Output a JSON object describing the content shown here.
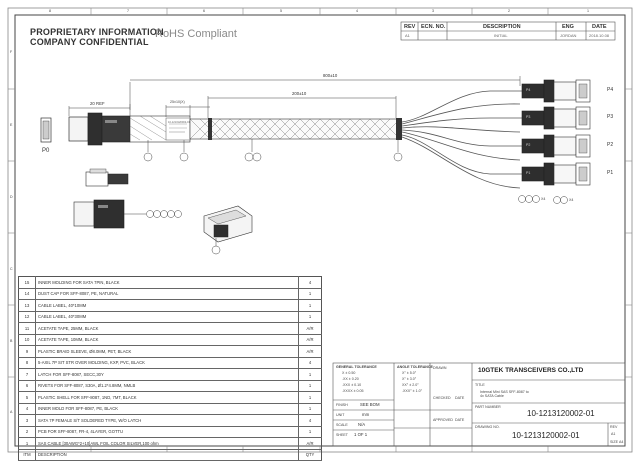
{
  "header": {
    "proprietary_line1": "PROPRIETARY INFORMATION",
    "proprietary_line2": "COMPANY CONFIDENTIAL",
    "rohs": "RoHS Compliant"
  },
  "revision_block": {
    "col_rev": "REV",
    "col_ecn": "ECN. NO.",
    "col_desc": "DESCRIPTION",
    "col_eng": "ENG",
    "col_date": "DATE",
    "row_rev": "A1",
    "row_desc": "INITIAL",
    "row_eng": "JORDAN",
    "row_date": "2018.10.08"
  },
  "border": {
    "cols": [
      "8",
      "7",
      "6",
      "5",
      "4",
      "3",
      "2",
      "1"
    ],
    "rows": [
      "F",
      "E",
      "D",
      "C",
      "B",
      "A"
    ]
  },
  "drawing": {
    "dim_overall": "800±10",
    "dim_mid": "200±10",
    "dim_left": "20 REF",
    "dim_sleeve": "25±10(X)",
    "conn_p0": "P0",
    "port_labels": [
      "P4",
      "P3",
      "P2",
      "P1"
    ],
    "callout_x4_a": "X4",
    "callout_x4_b": "X4",
    "label_text": "10-1213120002-01"
  },
  "bom": {
    "rows": [
      {
        "n": "15",
        "d": "INNER MOLDING FOR SATA 7PIN, BLACK",
        "q": "4"
      },
      {
        "n": "14",
        "d": "DUST CAP FOR SFF-8087, PE, NATURAL",
        "q": "1"
      },
      {
        "n": "13",
        "d": "CABLE LABEL, 40*10MM",
        "q": "1"
      },
      {
        "n": "12",
        "d": "CABLE LABEL, 40*30MM",
        "q": "1"
      },
      {
        "n": "11",
        "d": "ACETATE TAPE, 25MM, BLACK",
        "q": "A/R"
      },
      {
        "n": "10",
        "d": "ACETATE TAPE, 10MM, BLACK",
        "q": "A/R"
      },
      {
        "n": "9",
        "d": "PLASTIC BRAID SLEEVE, Ø8.0MM, PET, BLACK",
        "q": "A/R"
      },
      {
        "n": "8",
        "d": "5-AXIL 7P SIT STR OVER MOLDING, KXP, PVC, BLACK",
        "q": "4"
      },
      {
        "n": "7",
        "d": "LATCH FOR SFF-8087, SECC,30Y",
        "q": "1"
      },
      {
        "n": "6",
        "d": "RIVETS FOR SFF-8087, S30A, Ø1.2*4.8MM, NMLB",
        "q": "1"
      },
      {
        "n": "5",
        "d": "PLASTIC SHELL FOR SFF-8087, 1ND, 7MT, BLACK",
        "q": "1"
      },
      {
        "n": "4",
        "d": "INNER MOLD FOR SFF-8087, PE, BLACK",
        "q": "1"
      },
      {
        "n": "3",
        "d": "SATA 7P FEMALE S/T SOLDERED TYPE, W/O LATCH",
        "q": "4"
      },
      {
        "n": "2",
        "d": "PCB FOR SFF-8087, FR-4, 4LAYER, GOTTU",
        "q": "1"
      },
      {
        "n": "1",
        "d": "SAS CABLE [30AWG*2+10]AWL FOIL COLOR SILVER,100 ohm",
        "q": "A/R"
      },
      {
        "n": "ITM",
        "d": "DESCRIPTION",
        "q": "QTY"
      }
    ]
  },
  "tolerances": {
    "general_title": "GENERAL TOLERANCE",
    "general": [
      "X ± 0.50",
      ".XX ± 0.20",
      ".XXX ± 0.10",
      ".XXXX ± 0.05"
    ],
    "angle_title": "ANGLE TOLERANCE",
    "angle": [
      "X° ± 5.0°",
      "X° ± 3.0°",
      "XX° ± 2.0°",
      ".XXX° ± 1.0°"
    ]
  },
  "title_block": {
    "finish_label": "FINISH",
    "finish_value": "SEE BOM",
    "unit_label": "UNIT",
    "unit_value": "mm",
    "scale_label": "SCALE",
    "scale_value": "N/A",
    "sheet_label": "SHEET",
    "sheet_value": "1 OF 1",
    "drawn": "DRAWN",
    "checked": "CHECKED",
    "approved": "APPROVED",
    "date": "DATE",
    "company": "10GTEK TRANSCEIVERS CO.,LTD",
    "title_label": "TITLE",
    "title_value": "Internal Mini SAS SFF-8087 to 4x SATA Cable",
    "part_label": "PART NUMBER",
    "part_number": "10-1213120002-01",
    "drawing_no_label": "DRAWING NO.",
    "drawing_number": "10-1213120002-01",
    "rev_label": "REV",
    "rev_value": "A1",
    "size_label": "SIZE",
    "size_value": "A4"
  }
}
